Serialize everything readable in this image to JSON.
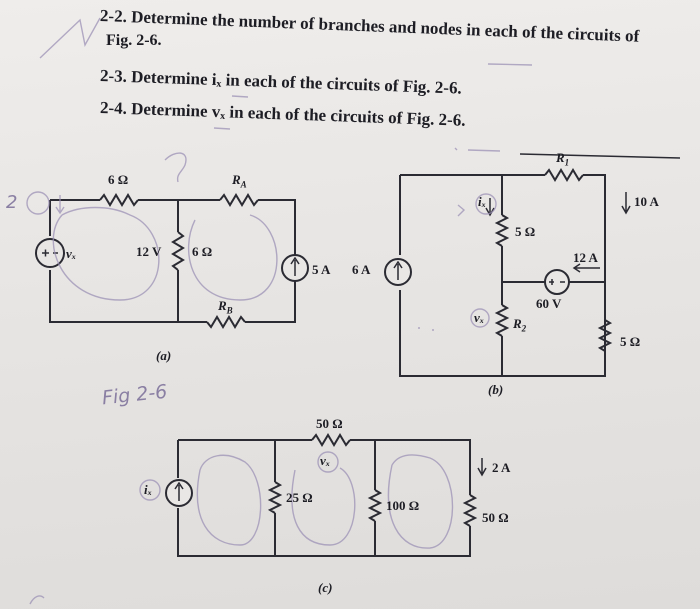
{
  "problems": [
    {
      "number": "2-2.",
      "text": "Determine the number of branches and nodes in each of the circuits of",
      "cont": "Fig. 2-6."
    },
    {
      "number": "2-3.",
      "text": "Determine iₓ in each of the circuits of Fig. 2-6."
    },
    {
      "number": "2-4.",
      "text": "Determine vₓ in each of the circuits of Fig. 2-6."
    }
  ],
  "circuit_a": {
    "caption": "(a)",
    "r_top": "6 Ω",
    "r_a": "R",
    "r_a_sub": "A",
    "r_b": "R",
    "r_b_sub": "B",
    "source_12v": "12 V",
    "r_mid": "6 Ω",
    "vx": "vₓ",
    "source_5a": "5 A"
  },
  "circuit_b": {
    "caption": "(b)",
    "source_6a": "6 A",
    "ix": "iₓ",
    "r_5": "5 Ω",
    "r1": "R",
    "r1_sub": "1",
    "source_10a": "10 A",
    "source_12a": "12 A",
    "source_60v": "60 V",
    "r2": "R",
    "r2_sub": "2",
    "vx": "vₓ",
    "r_5b": "5 Ω"
  },
  "circuit_c": {
    "caption": "(c)",
    "r_50": "50 Ω",
    "vx": "vₓ",
    "ix": "iₓ",
    "r_25": "25 Ω",
    "r_100": "100 Ω",
    "source_2a": "2 A",
    "r_50b": "50 Ω"
  },
  "handwriting": {
    "fig_label": "Fig 2-6",
    "margin_2": "2"
  }
}
